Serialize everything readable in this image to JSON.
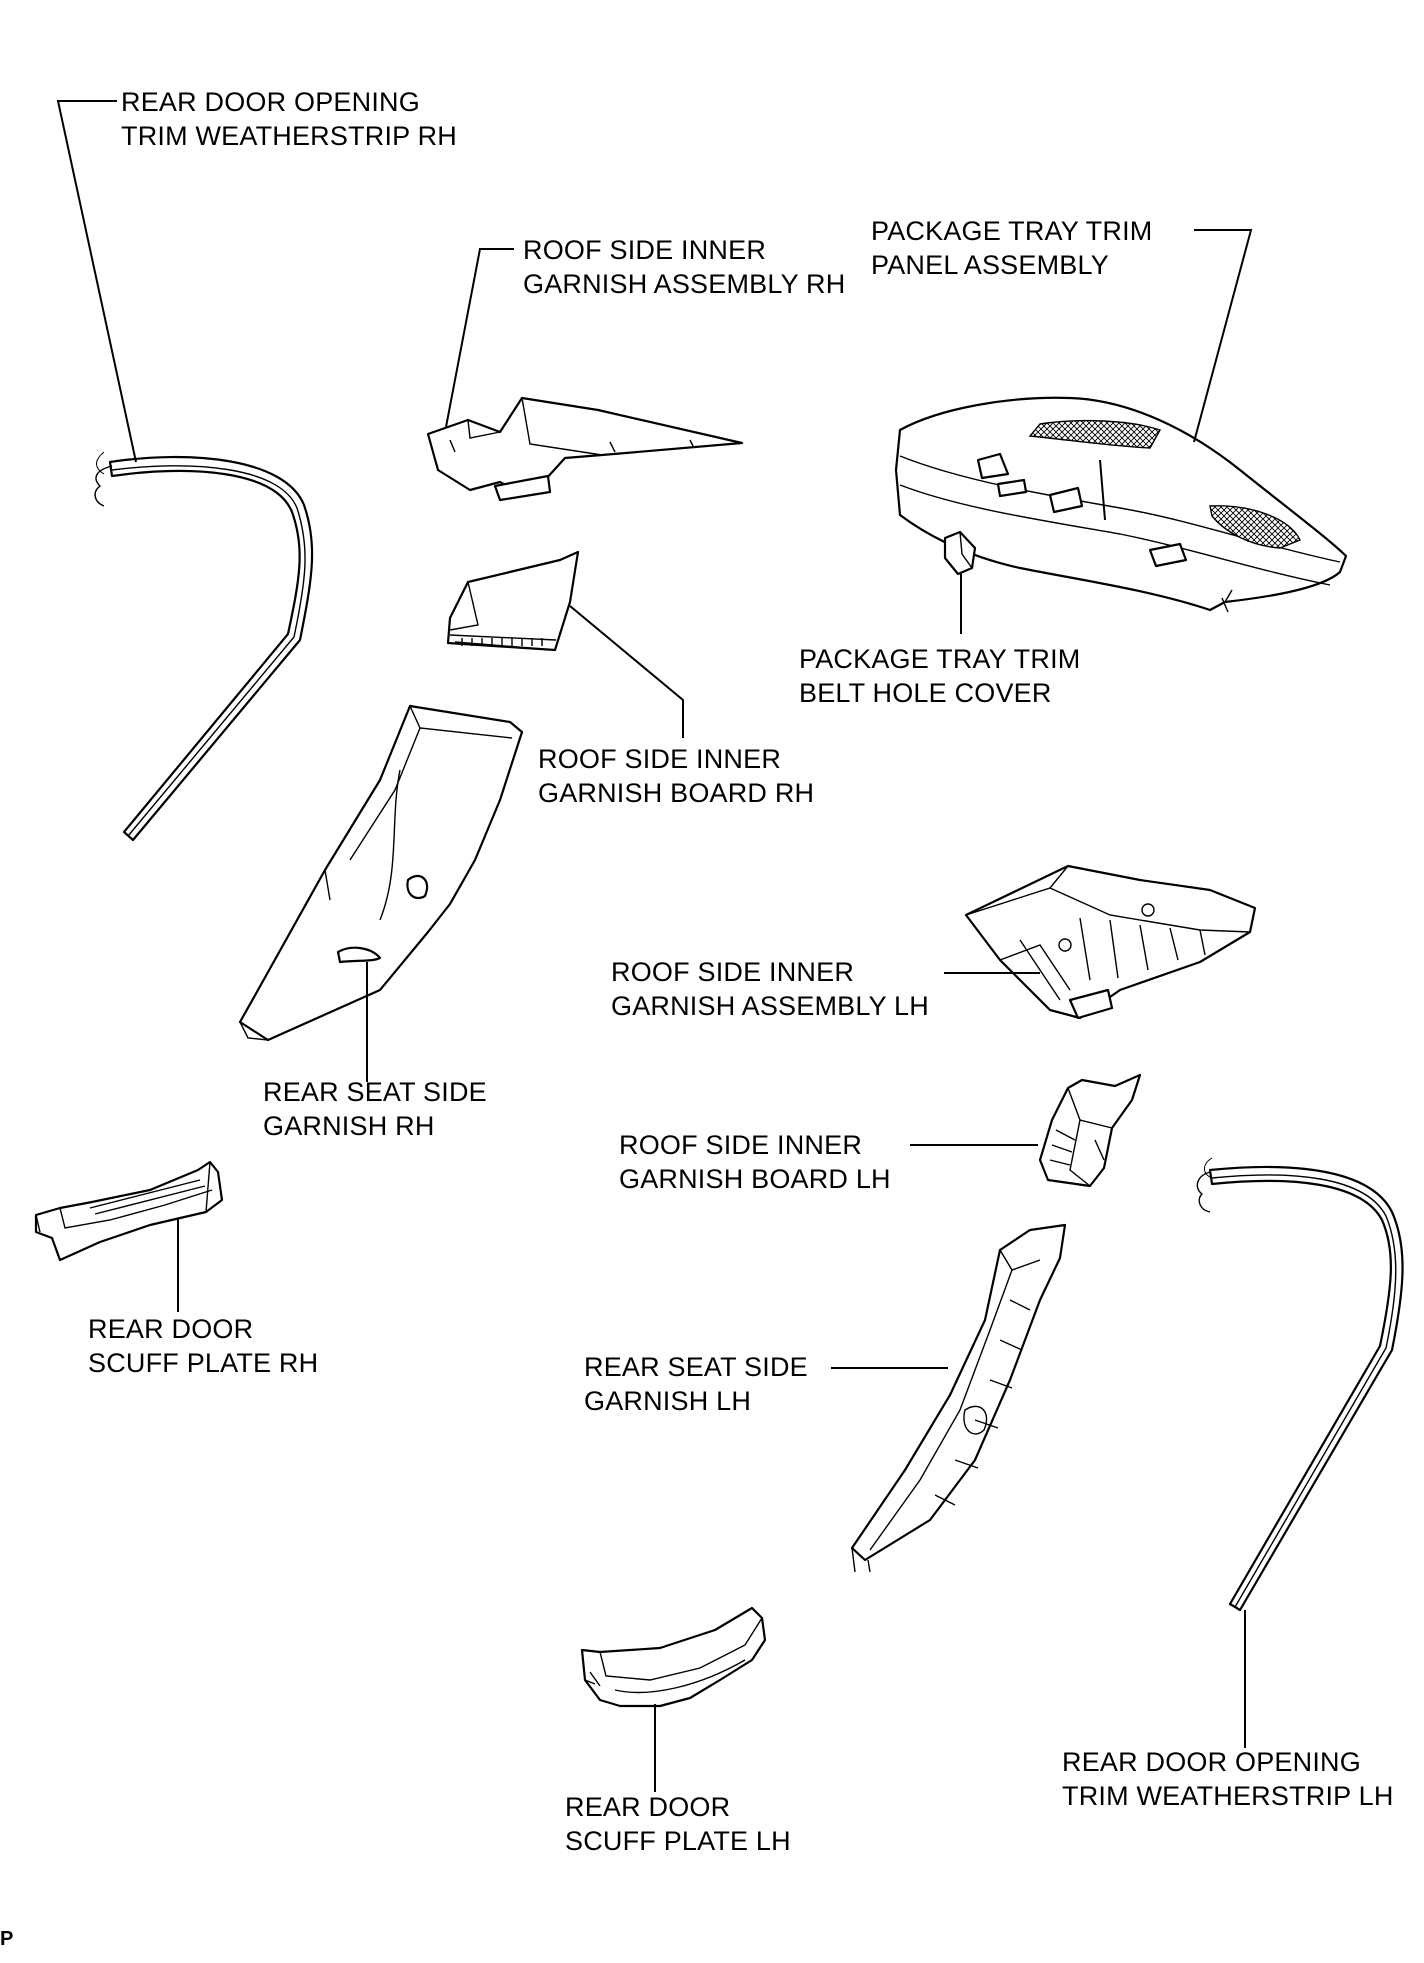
{
  "labels": {
    "door_weatherstrip_rh": [
      "REAR DOOR OPENING",
      "TRIM WEATHERSTRIP RH"
    ],
    "roof_assy_rh": [
      "ROOF SIDE INNER",
      "GARNISH ASSEMBLY RH"
    ],
    "package_tray_panel": [
      "PACKAGE TRAY TRIM",
      "PANEL ASSEMBLY"
    ],
    "package_tray_cover": [
      "PACKAGE TRAY TRIM",
      "BELT HOLE COVER"
    ],
    "roof_board_rh": [
      "ROOF SIDE INNER",
      "GARNISH BOARD RH"
    ],
    "roof_assy_lh": [
      "ROOF SIDE INNER",
      "GARNISH ASSEMBLY LH"
    ],
    "seat_side_rh": [
      "REAR SEAT SIDE",
      "GARNISH RH"
    ],
    "roof_board_lh": [
      "ROOF SIDE INNER",
      "GARNISH BOARD LH"
    ],
    "scuff_rh": [
      "REAR DOOR",
      "SCUFF PLATE RH"
    ],
    "seat_side_lh": [
      "REAR SEAT SIDE",
      "GARNISH LH"
    ],
    "door_weatherstrip_lh": [
      "REAR DOOR OPENING",
      "TRIM WEATHERSTRIP LH"
    ],
    "scuff_lh": [
      "REAR DOOR",
      "SCUFF PLATE LH"
    ]
  },
  "corner_mark": "P"
}
